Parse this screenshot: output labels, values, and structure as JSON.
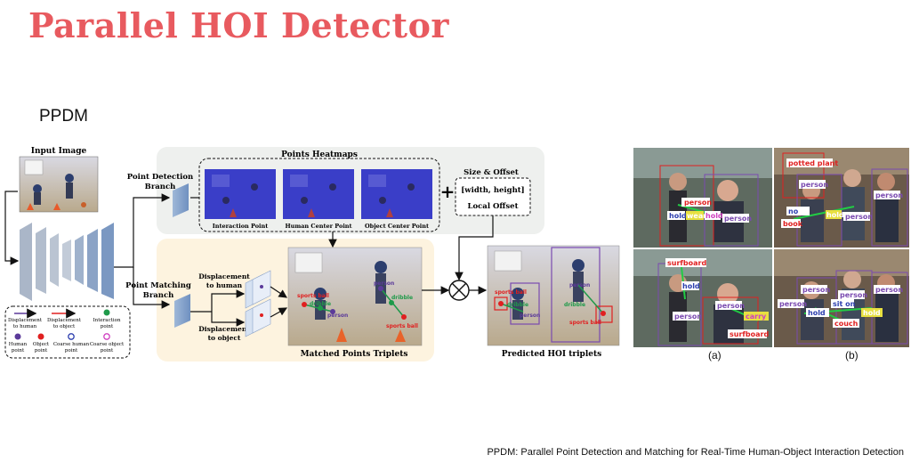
{
  "slide": {
    "title": "Parallel HOI Detector",
    "subtitle": "PPDM",
    "caption": "PPDM: Parallel Point Detection and Matching for Real-Time Human-Object Interaction Detection"
  },
  "diagram": {
    "input_image": "Input Image",
    "point_detection_branch": [
      "Point Detection",
      "Branch"
    ],
    "point_matching_branch": [
      "Point Matching",
      "Branch"
    ],
    "points_heatmaps": "Points Heatmaps",
    "interaction_point": "Interaction Point",
    "human_center_point": "Human Center Point",
    "object_center_point": "Object Center Point",
    "size_offset": "Size & Offset",
    "width_height": "[width, height]",
    "local_offset": "Local Offset",
    "displacement_to_human": [
      "Displacement",
      "to human"
    ],
    "displacement_to_object": [
      "Displacement",
      "to object"
    ],
    "matched_points_triplets": "Matched Points Triplets",
    "predicted_hoi_triplets": "Predicted HOI triplets",
    "legend": {
      "disp_human": [
        "Displacement",
        "to human"
      ],
      "disp_object": [
        "Displacement",
        "to object"
      ],
      "interaction_point": [
        "Interaction",
        "point"
      ],
      "human_point": [
        "Human",
        "point"
      ],
      "object_point": [
        "Object",
        "point"
      ],
      "coarse_human": [
        "Coarse human",
        "point"
      ],
      "coarse_object": [
        "Coarse object",
        "point"
      ]
    },
    "tags_matched": [
      "sports ball",
      "dribble",
      "person",
      "person",
      "dribble",
      "sports ball"
    ],
    "tags_predicted": [
      "sports ball",
      "dribble",
      "person",
      "person",
      "dribble",
      "sports ball"
    ]
  },
  "examples": {
    "label_a": "(a)",
    "label_b": "(b)",
    "a_top": [
      "person",
      "hold",
      "wear",
      "hold",
      "person"
    ],
    "b_top": [
      "potted plant",
      "person",
      "person",
      "no",
      "book",
      "hold",
      "person"
    ],
    "a_bottom": [
      "surfboard",
      "hold",
      "person",
      "person",
      "carry",
      "surfboard"
    ],
    "b_bottom": [
      "person",
      "person",
      "person",
      "person",
      "hold",
      "sit on",
      "couch",
      "hold"
    ]
  },
  "colors": {
    "title": "#e85a5f",
    "heatmap_panel": "#eef0ee",
    "matching_panel": "#fdf3df",
    "human_point": "#5b3a9a",
    "object_point": "#e02020",
    "interaction_point": "#1f9a4a"
  }
}
